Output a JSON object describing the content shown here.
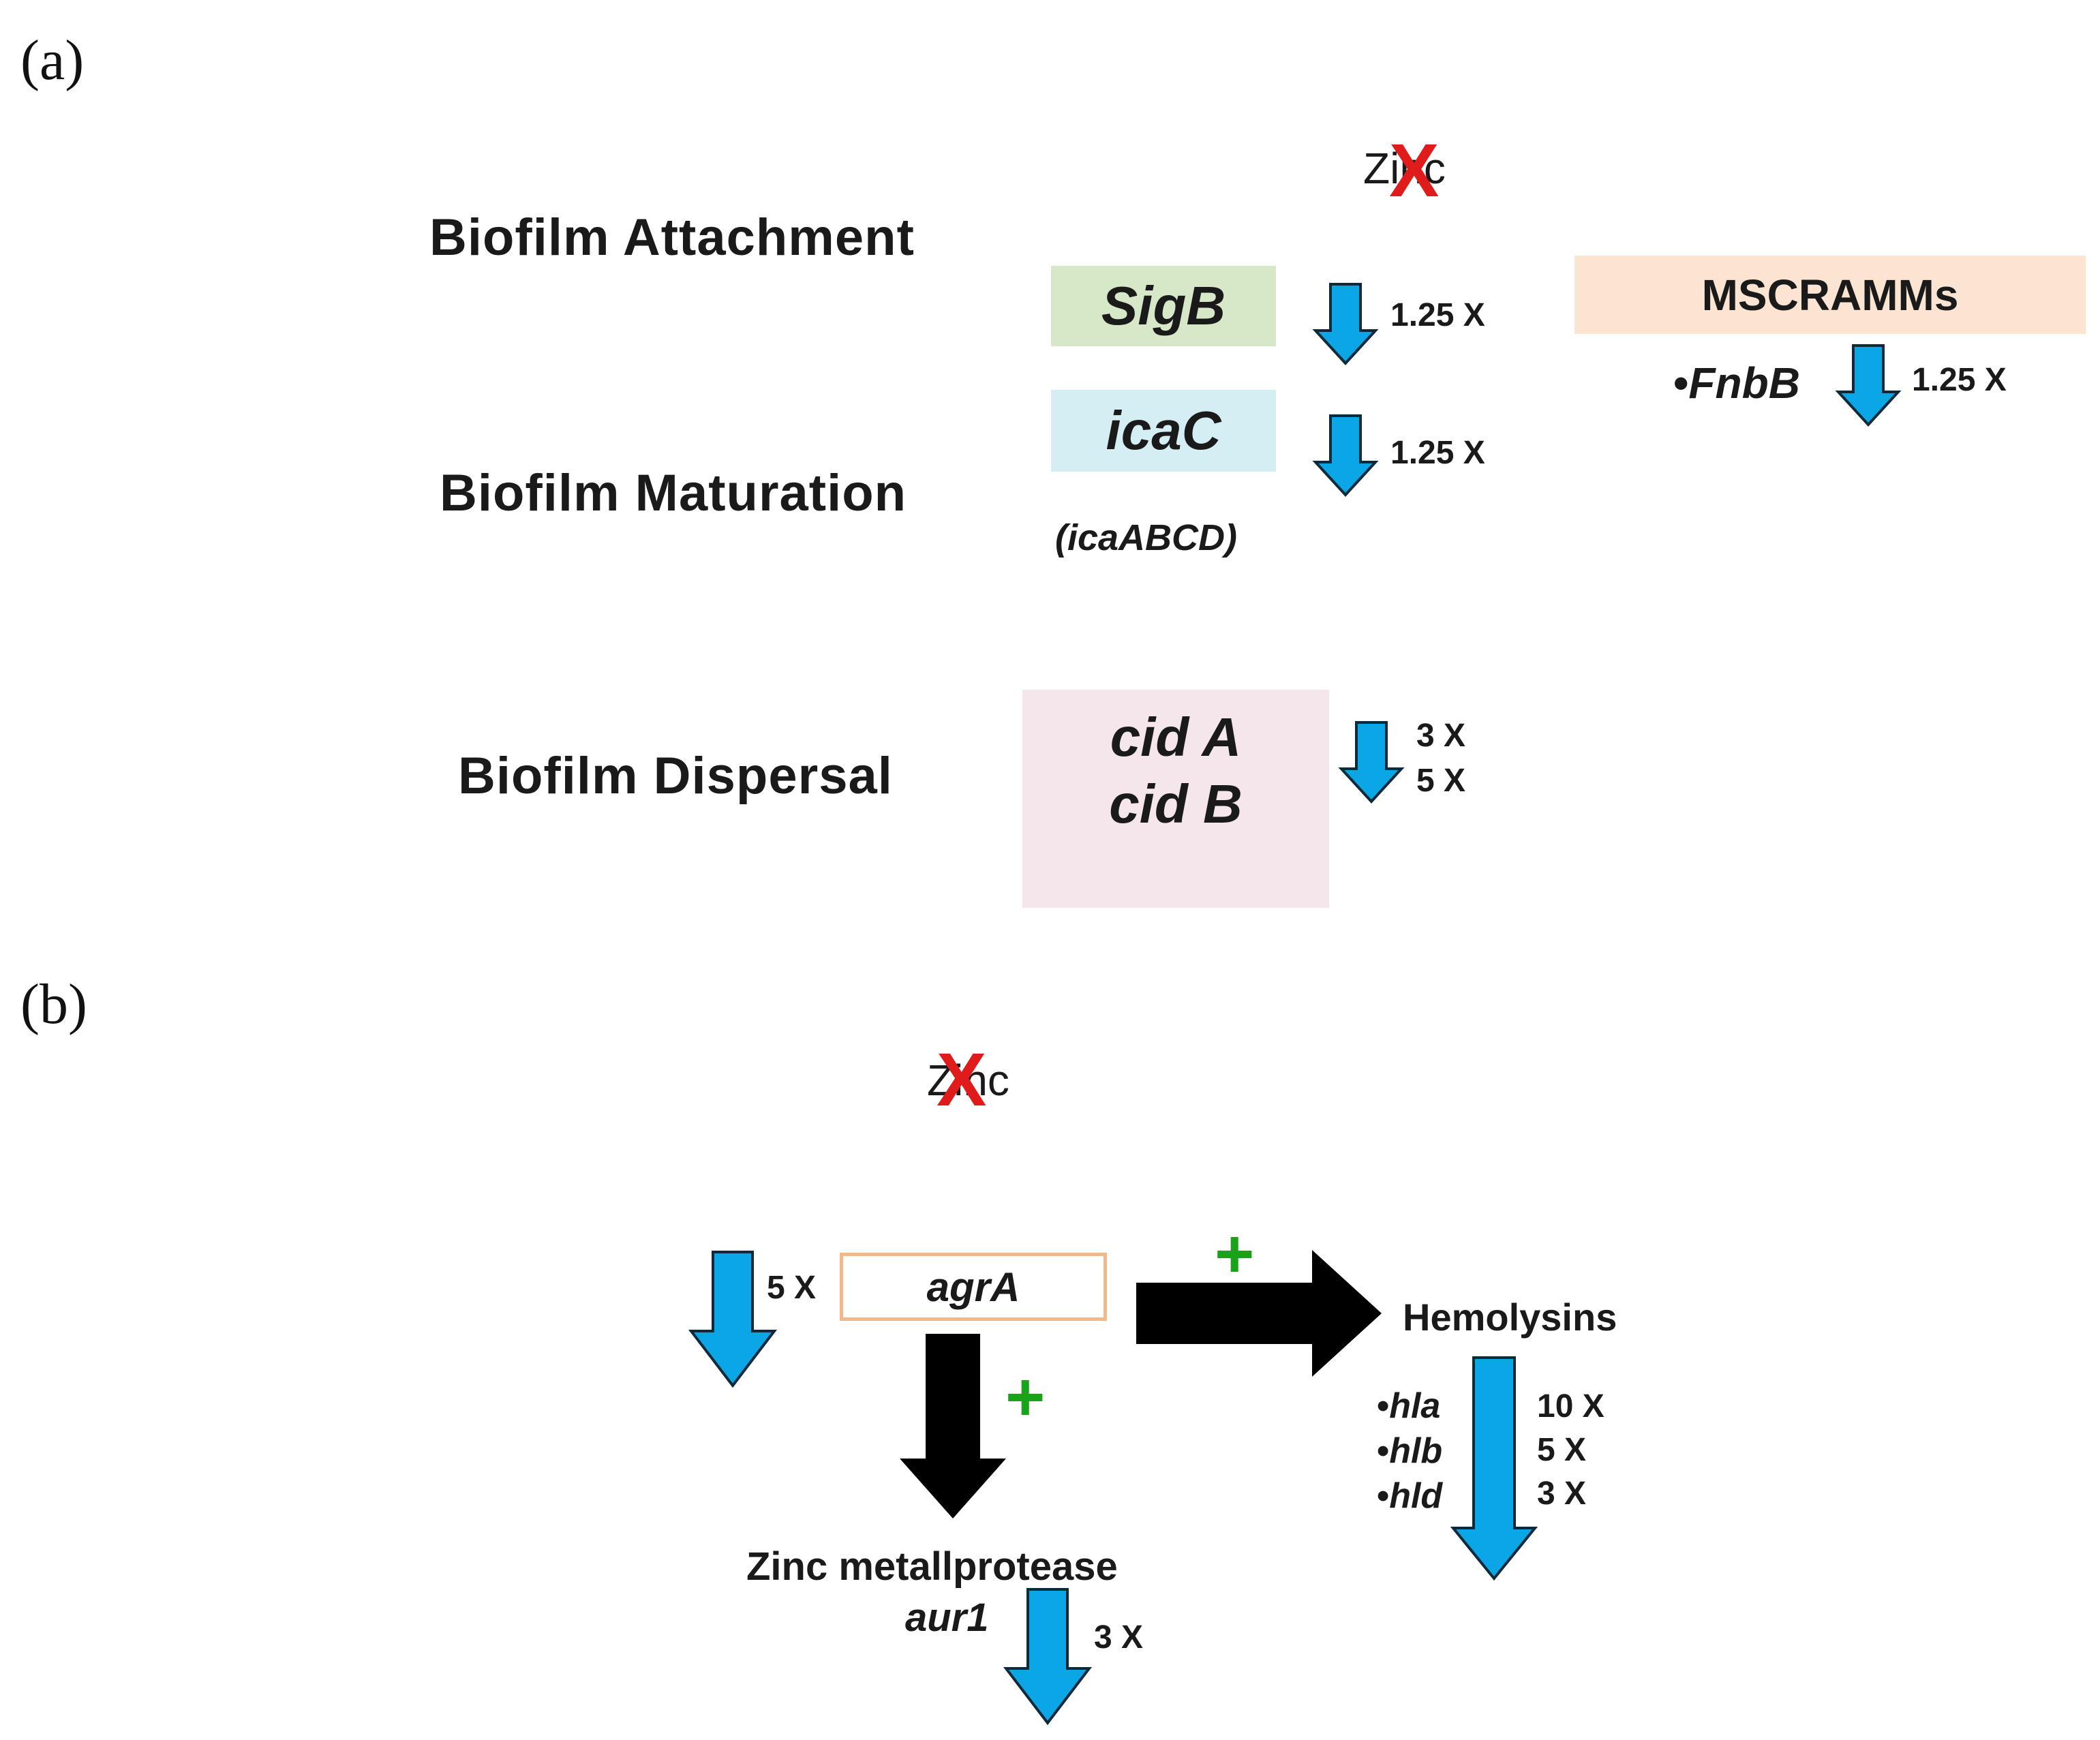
{
  "colors": {
    "blue_arrow": "#0aa6e6",
    "black_arrow": "#000000",
    "sigb_box": "#d6e8c8",
    "icac_box": "#d4eef4",
    "cid_box": "#f4e6ea",
    "mscramm_box": "#fbe4d2",
    "agra_border": "#f2b88a",
    "cross_red": "#e01b1b",
    "plus_green": "#1aa31a"
  },
  "panel_a": {
    "label": "(a)",
    "zinc": {
      "text": "Zinc",
      "mark": "X"
    },
    "stages": {
      "attachment": "Biofilm Attachment",
      "maturation": "Biofilm Maturation",
      "dispersal": "Biofilm Dispersal"
    },
    "genes": {
      "sigb": {
        "name": "SigB",
        "fold": "1.25 X"
      },
      "icac": {
        "name": "icaC",
        "fold": "1.25 X",
        "operon": "(icaABCD)"
      },
      "cid": {
        "name_a": "cid A",
        "name_b": "cid B",
        "fold_a": "3 X",
        "fold_b": "5 X"
      },
      "mscramm": {
        "title": "MSCRAMMs",
        "item": "FnbB",
        "bullet": "•",
        "fold": "1.25 X"
      }
    }
  },
  "panel_b": {
    "label": "(b)",
    "zinc": {
      "text": "Zinc",
      "mark": "X"
    },
    "agra": {
      "name": "agrA",
      "fold": "5 X"
    },
    "plus_symbol": "+",
    "hemolysins": {
      "title": "Hemolysins",
      "bullet": "•",
      "genes": [
        "hla",
        "hlb",
        "hld"
      ],
      "folds": [
        "10 X",
        "5 X",
        "3 X"
      ]
    },
    "protease": {
      "title": "Zinc metallprotease",
      "gene": "aur1",
      "fold": "3 X"
    }
  }
}
